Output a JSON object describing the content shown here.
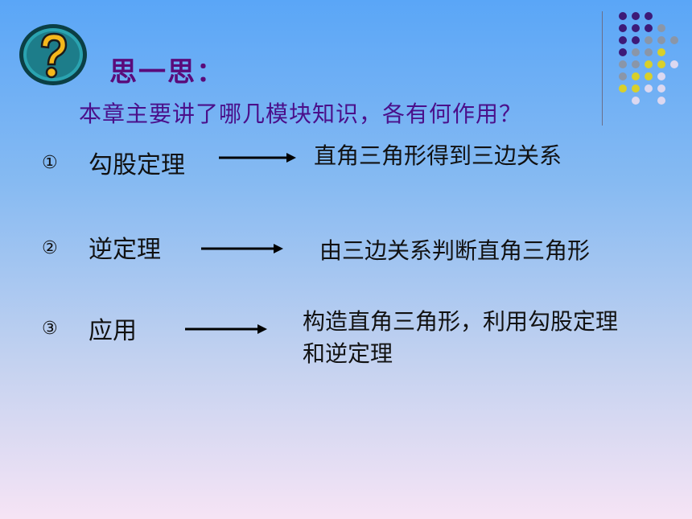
{
  "header": {
    "icon": "question-mark-icon",
    "title": "思一思：",
    "question": "本章主要讲了哪几模块知识，各有何作用？"
  },
  "items": [
    {
      "number": "①",
      "label": "勾股定理",
      "result": "直角三角形得到三边关系"
    },
    {
      "number": "②",
      "label": "逆定理",
      "result": "由三边关系判断直角三角形"
    },
    {
      "number": "③",
      "label": "应用",
      "result": "构造直角三角形，利用勾股定理和逆定理"
    }
  ],
  "colors": {
    "title": "#5a0b7a",
    "question": "#4a0f8a",
    "dot_purple": "#3d1a78",
    "dot_gray": "#8a96a8",
    "dot_yellow": "#d8d02a",
    "dot_light": "#dcd8f0"
  }
}
